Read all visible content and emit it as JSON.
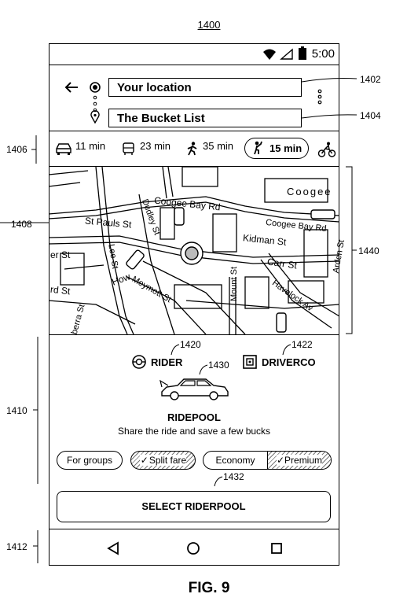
{
  "figure": {
    "number": "1400",
    "caption": "FIG. 9"
  },
  "status": {
    "time": "5:00",
    "icons": [
      "wifi-icon",
      "signal-icon",
      "battery-icon"
    ]
  },
  "route": {
    "origin": "Your location",
    "destination": "The Bucket List",
    "icons": [
      "back-arrow-icon",
      "origin-dot-icon",
      "destination-pin-icon",
      "more-vert-icon"
    ]
  },
  "modes": [
    {
      "icon": "car-icon",
      "time": "11 min"
    },
    {
      "icon": "transit-icon",
      "time": "23 min"
    },
    {
      "icon": "walk-icon",
      "time": "35 min"
    },
    {
      "icon": "ride-hail-icon",
      "time": "15 min",
      "selected": true
    },
    {
      "icon": "bike-icon",
      "time": ""
    }
  ],
  "map": {
    "streets": [
      "Coogee Bay Rd",
      "Coogee Bay Rd",
      "Coogee",
      "St Pauls St",
      "Dudley St",
      "Kidman St",
      "er St",
      "Lee St",
      "Carr St",
      "Arden St",
      "How",
      "Meymott St",
      "Mount St",
      "Havelock Av",
      "rd St",
      "berra St"
    ]
  },
  "services": [
    {
      "name": "RIDER",
      "icon": "rider-logo-icon"
    },
    {
      "name": "DRIVERCO",
      "icon": "driverco-logo-icon"
    }
  ],
  "ride": {
    "title": "RIDEPOOL",
    "subtitle": "Share the ride and save a few bucks",
    "options": [
      {
        "label": "For groups",
        "selected": false
      },
      {
        "label": "Split fare",
        "selected": true
      },
      {
        "label": "Economy",
        "selected": false
      },
      {
        "label": "Premium",
        "selected": true
      }
    ],
    "button": "SELECT RIDERPOOL"
  },
  "nav": {
    "icons": [
      "back-triangle-icon",
      "home-circle-icon",
      "recents-square-icon"
    ]
  },
  "refs": {
    "r1402": "1402",
    "r1404": "1404",
    "r1406": "1406",
    "r1408": "1408",
    "r1410": "1410",
    "r1412": "1412",
    "r1420": "1420",
    "r1422": "1422",
    "r1430": "1430",
    "r1432": "1432",
    "r1440": "1440"
  }
}
